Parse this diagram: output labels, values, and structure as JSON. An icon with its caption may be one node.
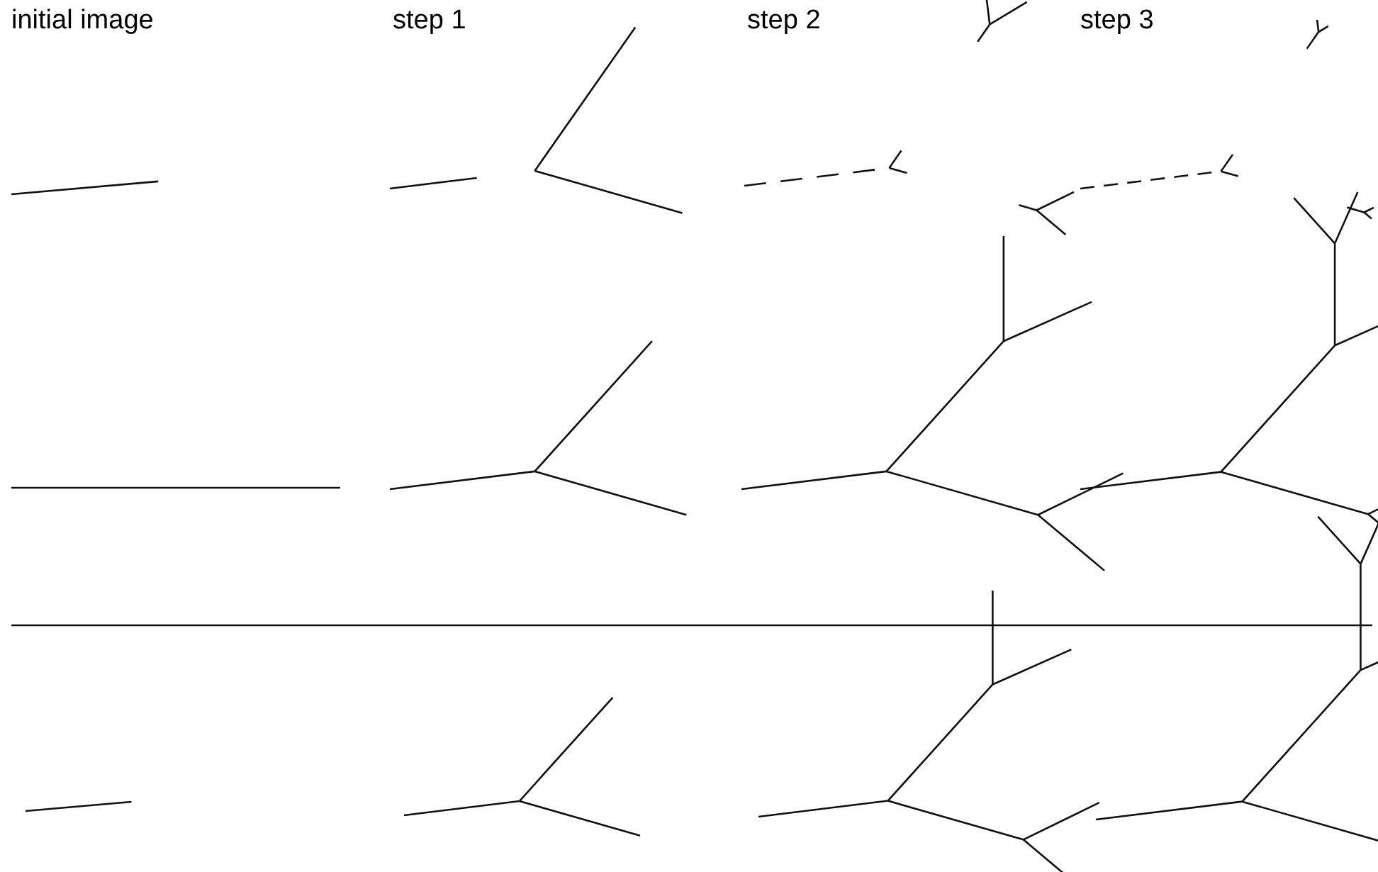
{
  "diagram": {
    "labels": [
      "initial image",
      "step 1",
      "step 2",
      "step 3"
    ]
  }
}
